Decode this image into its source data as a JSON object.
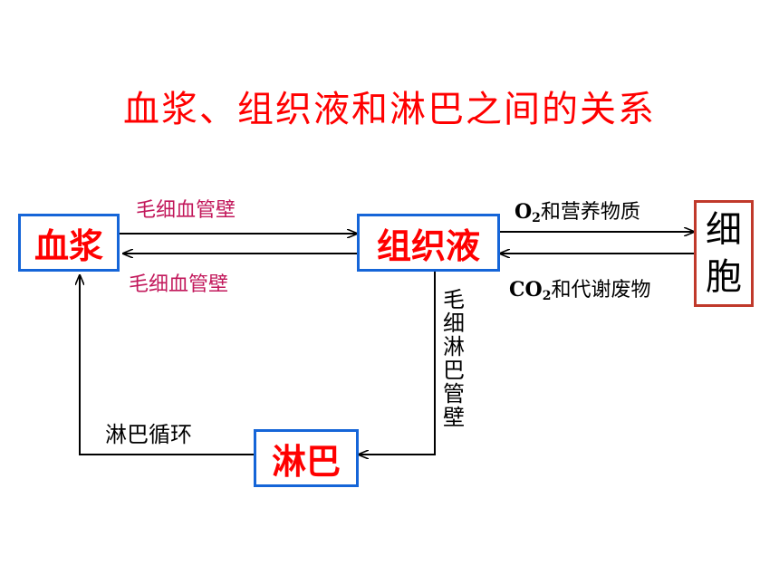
{
  "title": "血浆、组织液和淋巴之间的关系",
  "nodes": {
    "plasma": "血浆",
    "tissue_fluid": "组织液",
    "lymph": "淋巴",
    "cell_line1": "细",
    "cell_line2": "胞"
  },
  "labels": {
    "capillary_wall_top": "毛细血管壁",
    "capillary_wall_bottom": "毛细血管壁",
    "o2_prefix": "O",
    "o2_sub": "2",
    "o2_suffix": "和营养物质",
    "co2_prefix": "CO",
    "co2_sub": "2",
    "co2_suffix": "和代谢废物",
    "lymph_capillary_wall": "毛细淋巴管壁",
    "lymph_circulation": "淋巴循环"
  },
  "colors": {
    "title": "#ff0000",
    "node_text": "#ff0000",
    "node_border": "#1565d8",
    "cell_border": "#c0392b",
    "capillary_label": "#c2185b"
  }
}
